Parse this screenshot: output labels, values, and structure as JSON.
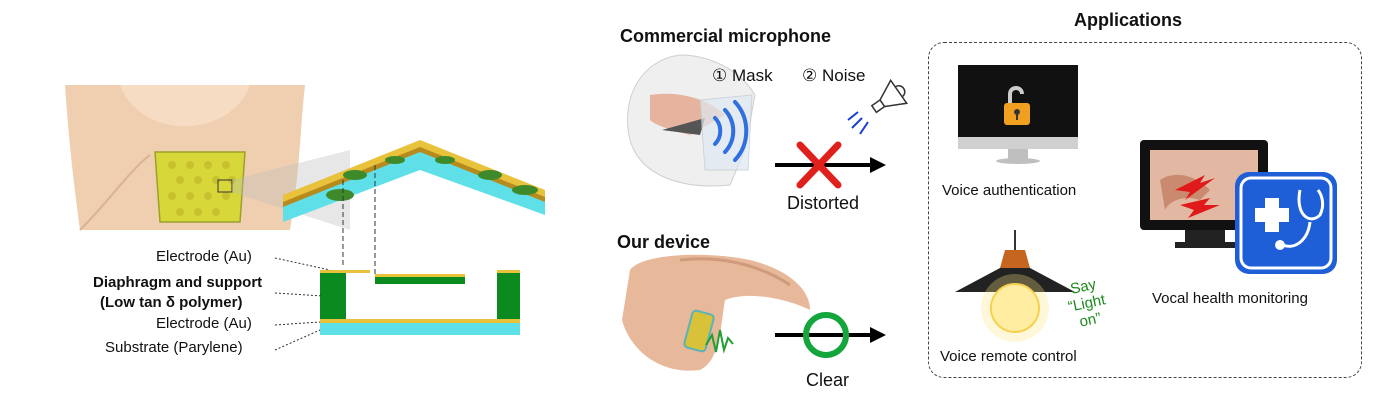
{
  "left_panel": {
    "layers": [
      "Electrode (Au)",
      "Diaphragm and support",
      "(Low tan δ polymer)",
      "Electrode (Au)",
      "Substrate (Parylene)"
    ]
  },
  "middle_panel": {
    "commercial_title": "Commercial microphone",
    "mask_label": "① Mask",
    "noise_label": "② Noise",
    "distorted_label": "Distorted",
    "device_title": "Our device",
    "clear_label": "Clear"
  },
  "right_panel": {
    "title": "Applications",
    "voice_auth": "Voice authentication",
    "remote_control": "Voice remote control",
    "health": "Vocal health monitoring",
    "say_line1": "Say",
    "say_line2": "“Light",
    "say_line3": "on”"
  },
  "colors": {
    "gold": "#e8c23a",
    "green_polymer": "#0a8a1f",
    "cyan_substrate": "#5fe0e8",
    "red_cross": "#e0201c",
    "green_circle": "#14a53c",
    "medical_blue": "#1e5fd8"
  }
}
